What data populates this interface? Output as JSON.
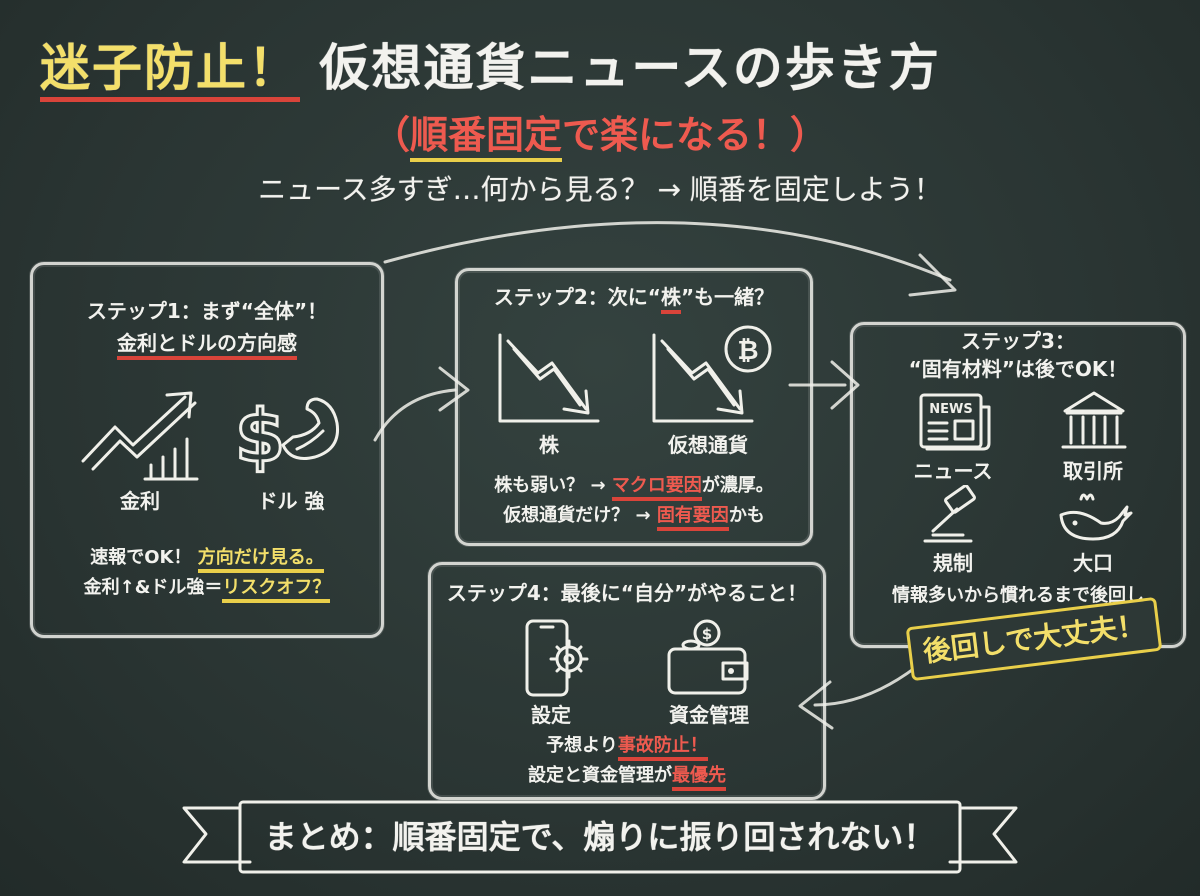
{
  "title": {
    "highlight": "迷子防止！",
    "main": "仮想通貨ニュースの歩き方",
    "sub_open": "（",
    "sub_highlight": "順番固定",
    "sub_rest": "で楽になる！）"
  },
  "lead": "ニュース多すぎ…何から見る？ → 順番を固定しよう！",
  "step1": {
    "title": "ステップ1：まず“全体”！",
    "subtitle": "金利とドルの方向感",
    "icon1_label": "金利",
    "icon2_label": "ドル 強",
    "line1_a": "速報でOK！",
    "line1_b": "方向だけ見る。",
    "line2_a": "金利↑&ドル強＝",
    "line2_b": "リスクオフ？"
  },
  "step2": {
    "title_a": "ステップ2：次に“",
    "title_b": "株",
    "title_c": "”も一緒？",
    "icon1_label": "株",
    "icon2_label": "仮想通貨",
    "line1_a": "株も弱い？ → ",
    "line1_b": "マクロ要因",
    "line1_c": "が濃厚。",
    "line2_a": "仮想通貨だけ？ → ",
    "line2_b": "固有要因",
    "line2_c": "かも"
  },
  "step3": {
    "title1": "ステップ3：",
    "title2": "“固有材料”は後でOK！",
    "icon1_label": "ニュース",
    "icon1_text": "NEWS",
    "icon2_label": "取引所",
    "icon3_label": "規制",
    "icon4_label": "大口",
    "note": "情報多いから慣れるまで後回し",
    "banner": "後回しで大丈夫！"
  },
  "step4": {
    "title": "ステップ4：最後に“自分”がやること！",
    "icon1_label": "設定",
    "icon2_label": "資金管理",
    "line1_a": "予想より",
    "line1_b": "事故防止！",
    "line2_a": "設定と資金管理が",
    "line2_b": "最優先"
  },
  "summary": "まとめ：順番固定で、煽りに振り回されない！",
  "colors": {
    "board": "#2a3533",
    "chalk": "#f2f2ee",
    "yellow": "#f3df6a",
    "red": "#ee5a4f"
  }
}
